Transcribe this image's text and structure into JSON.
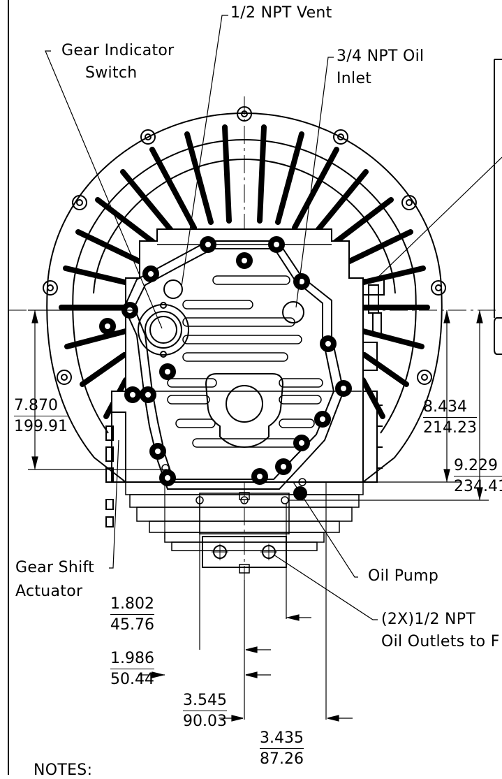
{
  "callouts": {
    "vent": "1/2 NPT Vent",
    "gear_indicator_line1": "Gear Indicator",
    "gear_indicator_line2": "Switch",
    "oil_inlet_line1": "3/4 NPT Oil",
    "oil_inlet_line2": "Inlet",
    "gear_shift_line1": "Gear Shift",
    "gear_shift_line2": "Actuator",
    "oil_pump": "Oil Pump",
    "outlets_line1": "(2X)1/2 NPT",
    "outlets_line2": "Oil Outlets to F"
  },
  "dimensions": {
    "d1": {
      "inch": "7.870",
      "mm": "199.91"
    },
    "d2": {
      "inch": "8.434",
      "mm": "214.23"
    },
    "d3": {
      "inch": "9.229",
      "mm": "234.41"
    },
    "d4": {
      "inch": "1.802",
      "mm": "45.76"
    },
    "d5": {
      "inch": "1.986",
      "mm": "50.44"
    },
    "d6": {
      "inch": "3.545",
      "mm": "90.03"
    },
    "d7": {
      "inch": "3.435",
      "mm": "87.26"
    }
  },
  "notes": {
    "heading": "NOTES:"
  }
}
